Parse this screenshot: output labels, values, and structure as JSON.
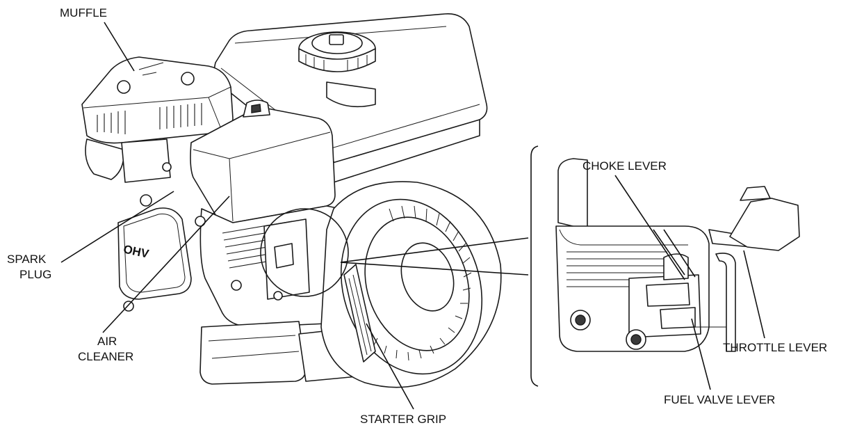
{
  "labels": {
    "muffle": "MUFFLE",
    "spark_plug_1": "SPARK",
    "spark_plug_2": "PLUG",
    "air_cleaner_1": "AIR",
    "air_cleaner_2": "CLEANER",
    "starter_grip": "STARTER GRIP",
    "choke_lever": "CHOKE LEVER",
    "throttle_lever": "THROTTLE LEVER",
    "fuel_valve_lever": "FUEL VALVE LEVER"
  },
  "markings": {
    "ohv": "OHV"
  },
  "icons": {
    "engine": "engine-illustration",
    "detail": "control-levers-detail"
  },
  "colors": {
    "line": "#111111",
    "fill": "#ffffff"
  }
}
